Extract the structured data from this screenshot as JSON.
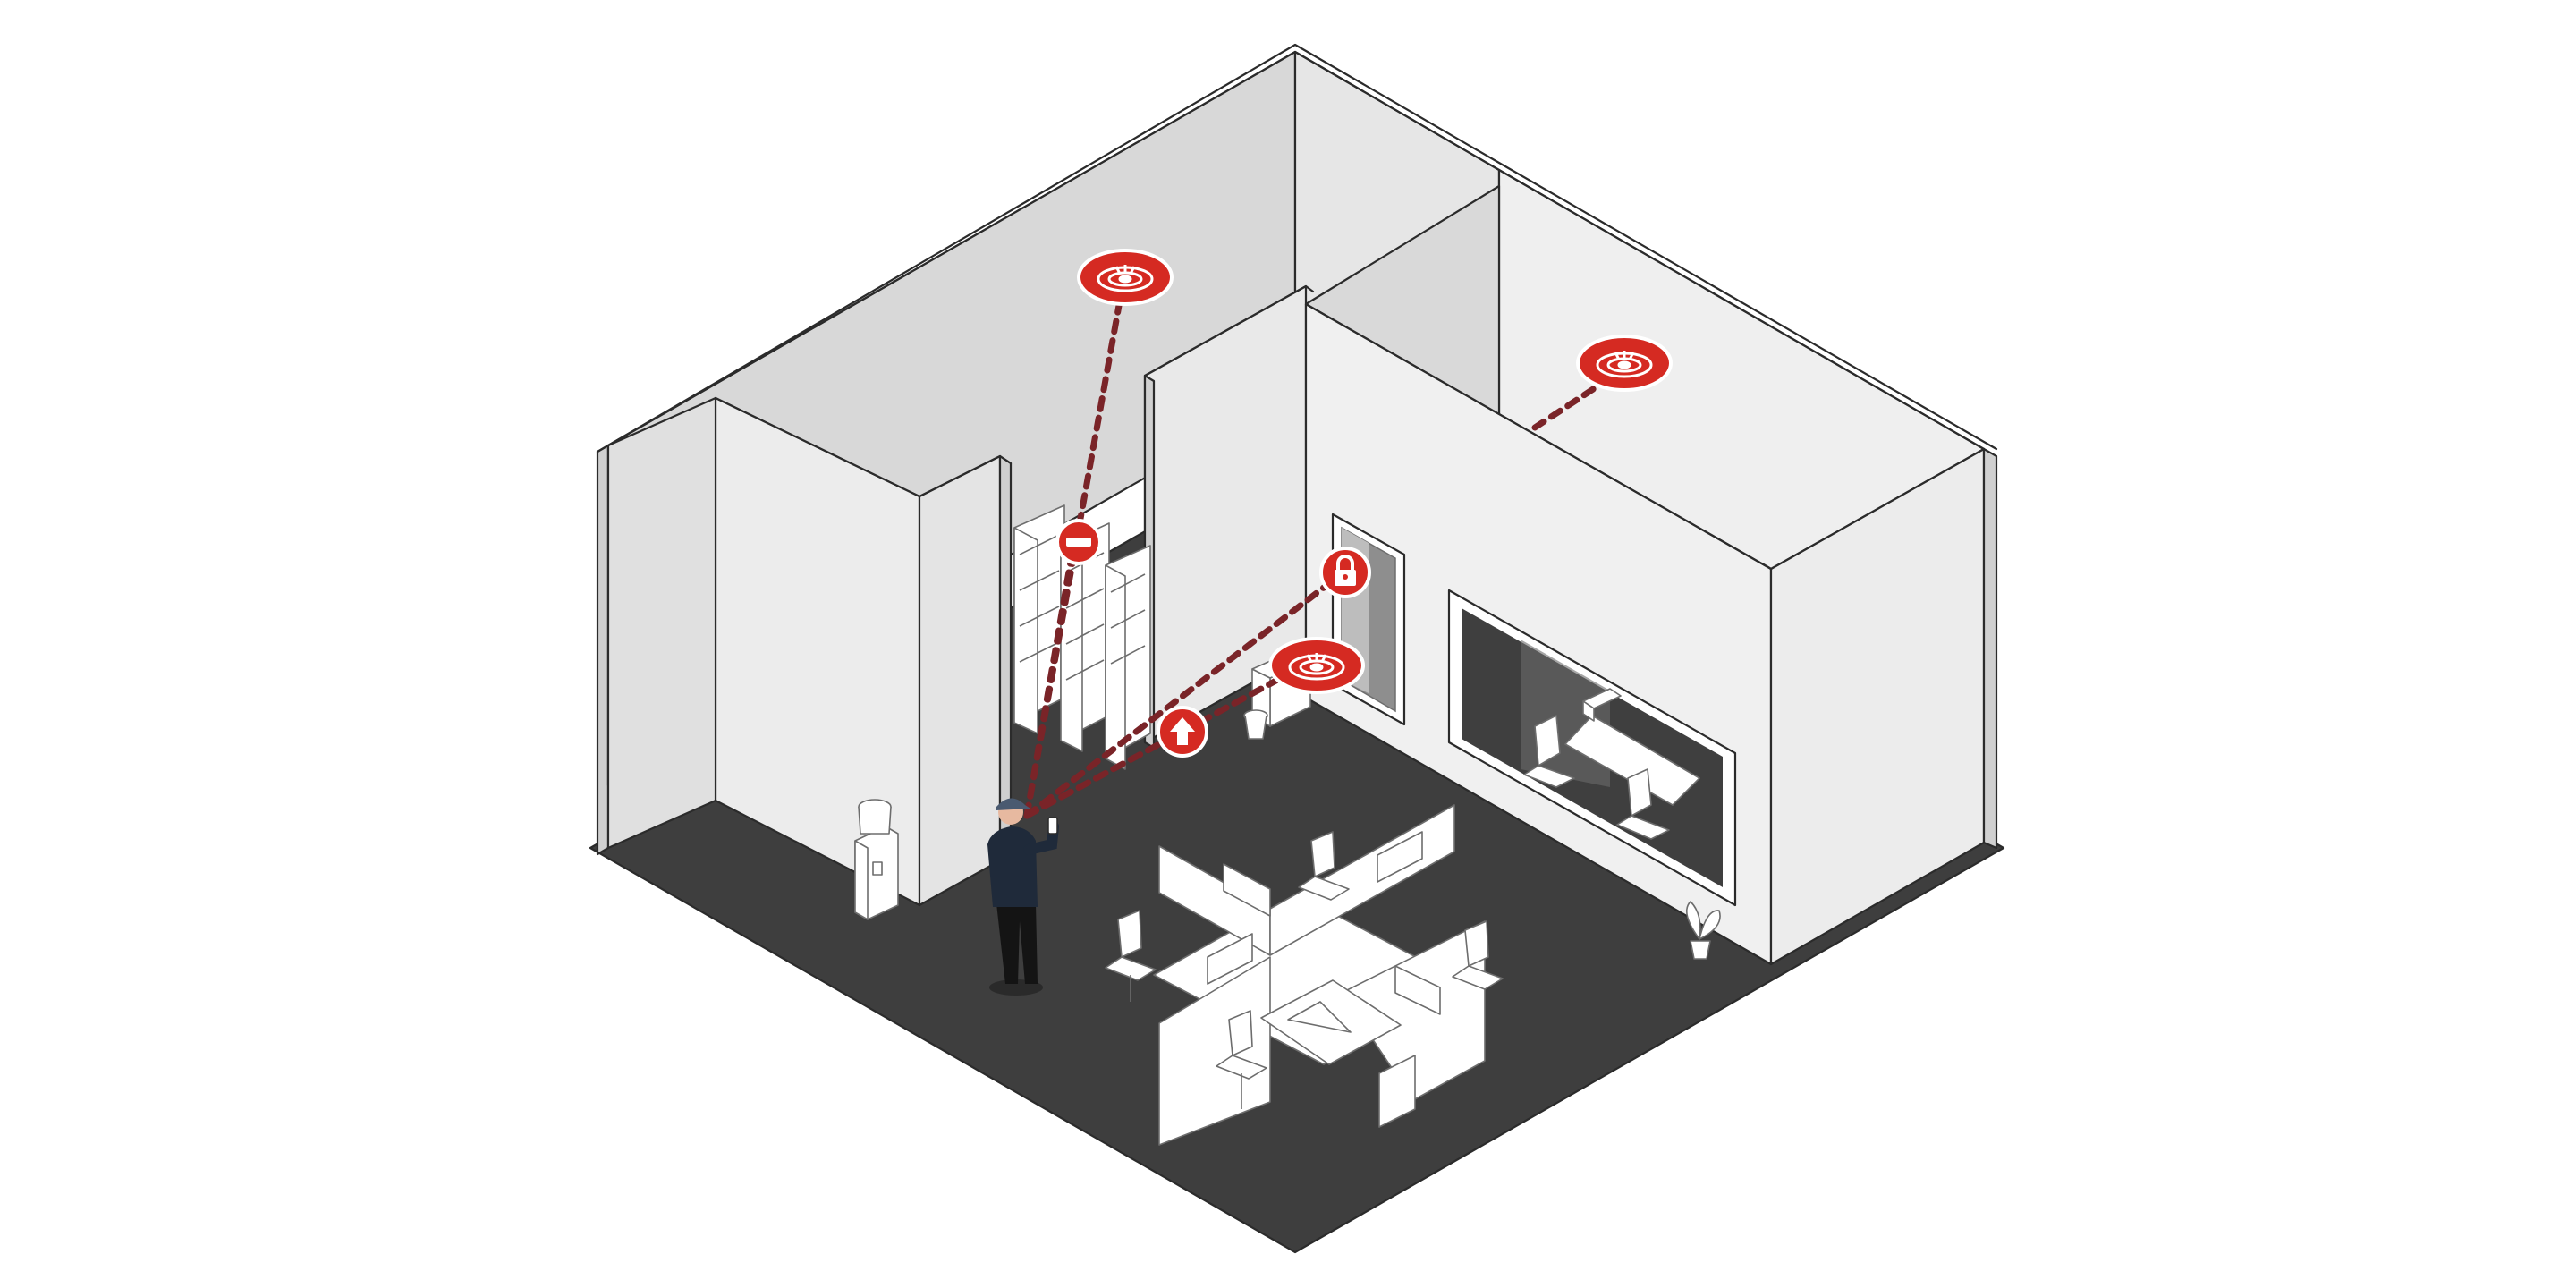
{
  "colors": {
    "floor": "#3e3e3e",
    "wall_light": "#eeeeee",
    "wall_mid": "#e2e2e2",
    "wall_dark": "#d7d7d7",
    "wall_top": "#ffffff",
    "outline": "#2b2b2b",
    "accent": "#d52a22",
    "link": "#7a2428",
    "furniture": "#ffffff",
    "person_shirt": "#1f2a3a",
    "person_pants": "#141414"
  },
  "devices": [
    {
      "id": "smoke-detector-server-room",
      "icon": "smoke-detector-icon"
    },
    {
      "id": "smoke-detector-conference-room",
      "icon": "smoke-detector-icon"
    },
    {
      "id": "smoke-detector-office",
      "icon": "smoke-detector-icon"
    },
    {
      "id": "access-denied-marker",
      "icon": "no-entry-icon"
    },
    {
      "id": "door-lock-marker",
      "icon": "padlock-icon"
    },
    {
      "id": "exit-route-marker",
      "icon": "up-arrow-icon"
    }
  ]
}
